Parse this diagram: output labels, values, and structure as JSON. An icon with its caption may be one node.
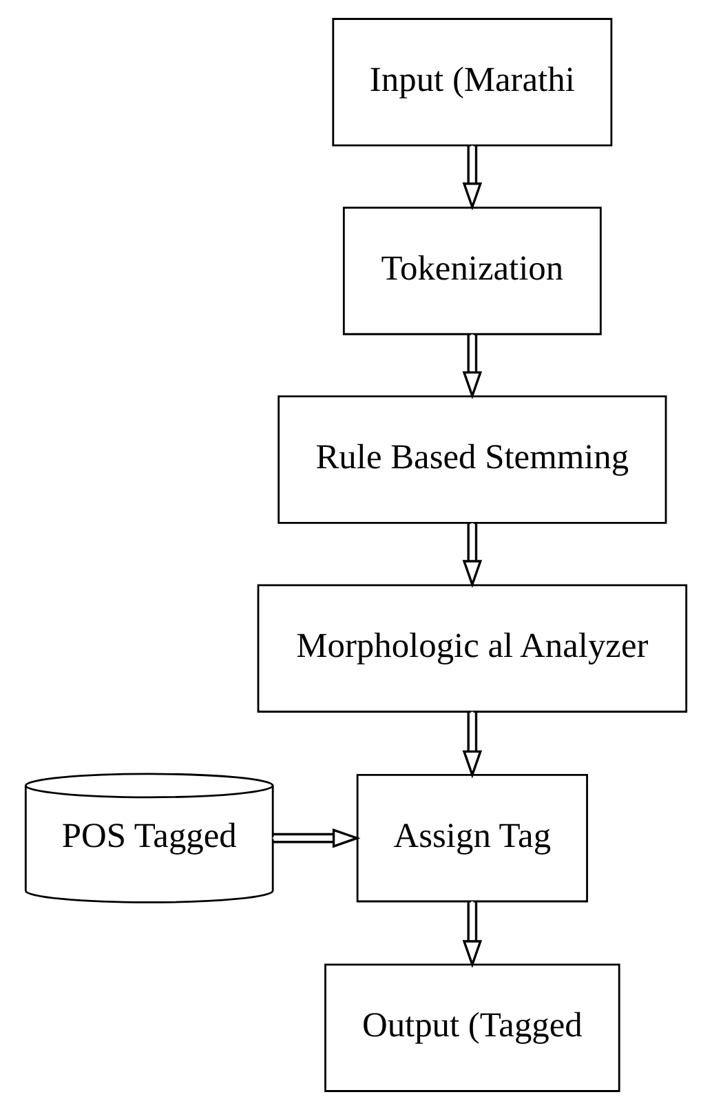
{
  "diagram": {
    "nodes": [
      {
        "text": [
          "Input (Marathi"
        ]
      },
      {
        "text": [
          "Tokenization"
        ]
      },
      {
        "text": [
          "Rule Based Stemming"
        ]
      },
      {
        "text": [
          "Morphologic al Analyzer"
        ]
      },
      {
        "text": [
          "Assign Tag"
        ]
      },
      {
        "text": [
          "POS Tagged"
        ]
      },
      {
        "text": [
          "Output (Tagged"
        ]
      }
    ],
    "edges": [
      {
        "from": 0,
        "to": 1,
        "arrow": "to"
      },
      {
        "from": 1,
        "to": 2,
        "arrow": "to"
      },
      {
        "from": 2,
        "to": 3,
        "arrow": "to"
      },
      {
        "from": 3,
        "to": 4,
        "arrow": "to"
      },
      {
        "from": 5,
        "to": 4,
        "arrow": "to"
      },
      {
        "from": 4,
        "to": 6,
        "arrow": "to"
      }
    ]
  }
}
